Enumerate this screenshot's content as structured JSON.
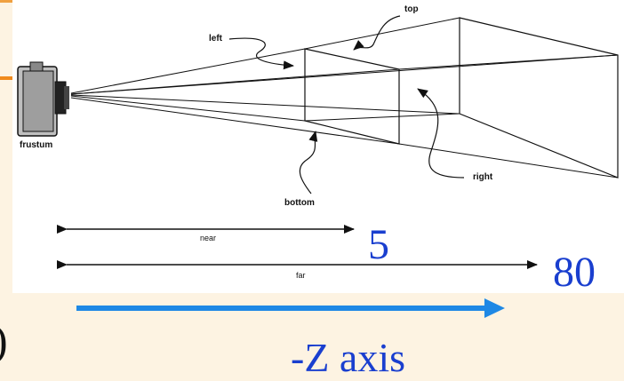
{
  "labels": {
    "top": "top",
    "left": "left",
    "right": "right",
    "bottom": "bottom",
    "frustum": "frustum",
    "near": "near",
    "far": "far"
  },
  "values": {
    "near_value": "5",
    "far_value": "80"
  },
  "axis": {
    "label": "-Z axis"
  },
  "edge_glyph": ")",
  "colors": {
    "accent_blue": "#1a3fcf",
    "arrow_blue": "#1e88e5",
    "orange": "#f08a1c",
    "background": "#fdf3e2"
  }
}
